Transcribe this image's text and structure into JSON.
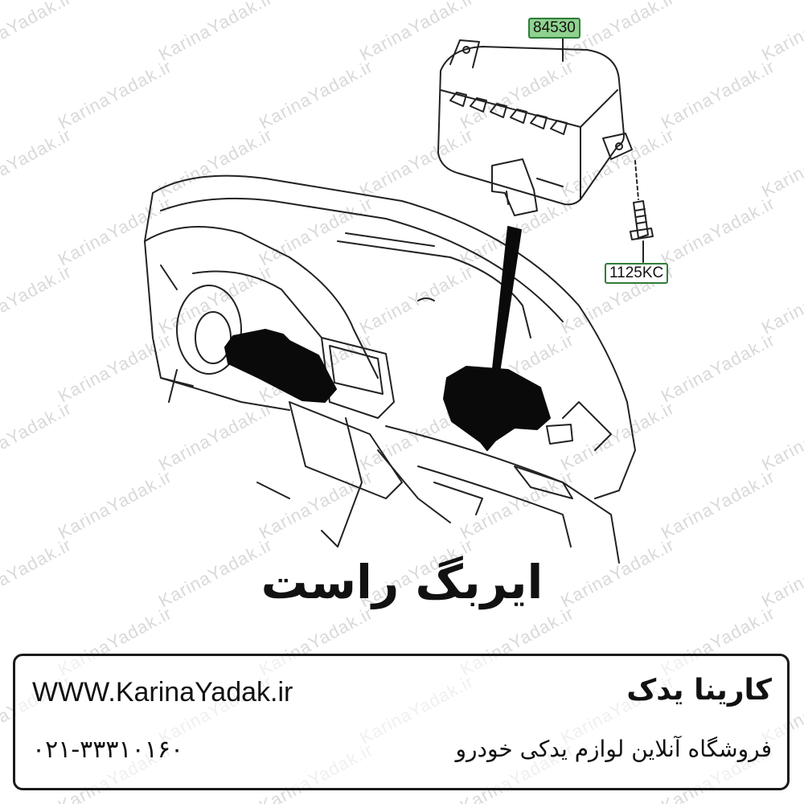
{
  "watermark": "KarinaYadak.ir",
  "part_numbers": {
    "airbag_module": "84530",
    "bolt": "1125KC"
  },
  "title": "ایربگ راست",
  "footer": {
    "website": "WWW.KarinaYadak.ir",
    "phone": "۰۲۱-۳۳۳۱۰۱۶۰",
    "brand": "کارینا یدک",
    "tagline": "فروشگاه آنلاین لوازم یدکی خودرو"
  },
  "colors": {
    "label_highlight": "#8fd18f",
    "label_border": "#2f7d3a",
    "line": "#222222",
    "fill_dark": "#0a0a0a",
    "watermark": "#d9d9d9"
  }
}
